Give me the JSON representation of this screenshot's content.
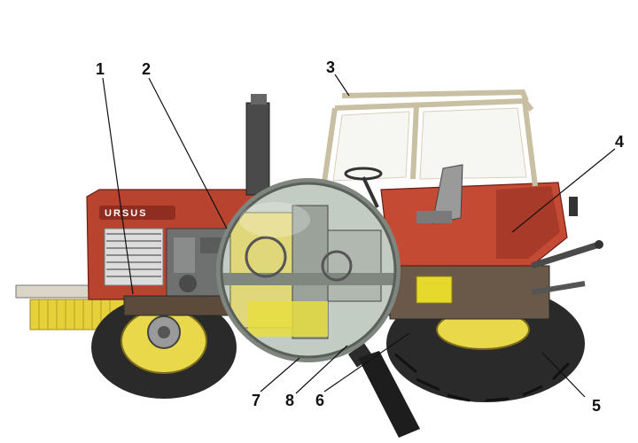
{
  "figure": {
    "brand": "URSUS",
    "callouts": [
      {
        "id": "1",
        "label": "1"
      },
      {
        "id": "2",
        "label": "2"
      },
      {
        "id": "3",
        "label": "3"
      },
      {
        "id": "4",
        "label": "4"
      },
      {
        "id": "5",
        "label": "5"
      },
      {
        "id": "6",
        "label": "6"
      },
      {
        "id": "7",
        "label": "7"
      },
      {
        "id": "8",
        "label": "8"
      }
    ]
  },
  "colors": {
    "body_red": "#b8432f",
    "dark_red": "#8e2d20",
    "tire": "#2a2a2a",
    "rim_yellow": "#e9d84a",
    "frame_cream": "#efe8d2",
    "engine_gray": "#6f7070",
    "magnifier_glass": "#cfd8d0",
    "handle": "#1d1d1d",
    "yellow_part": "#e6d92c"
  }
}
